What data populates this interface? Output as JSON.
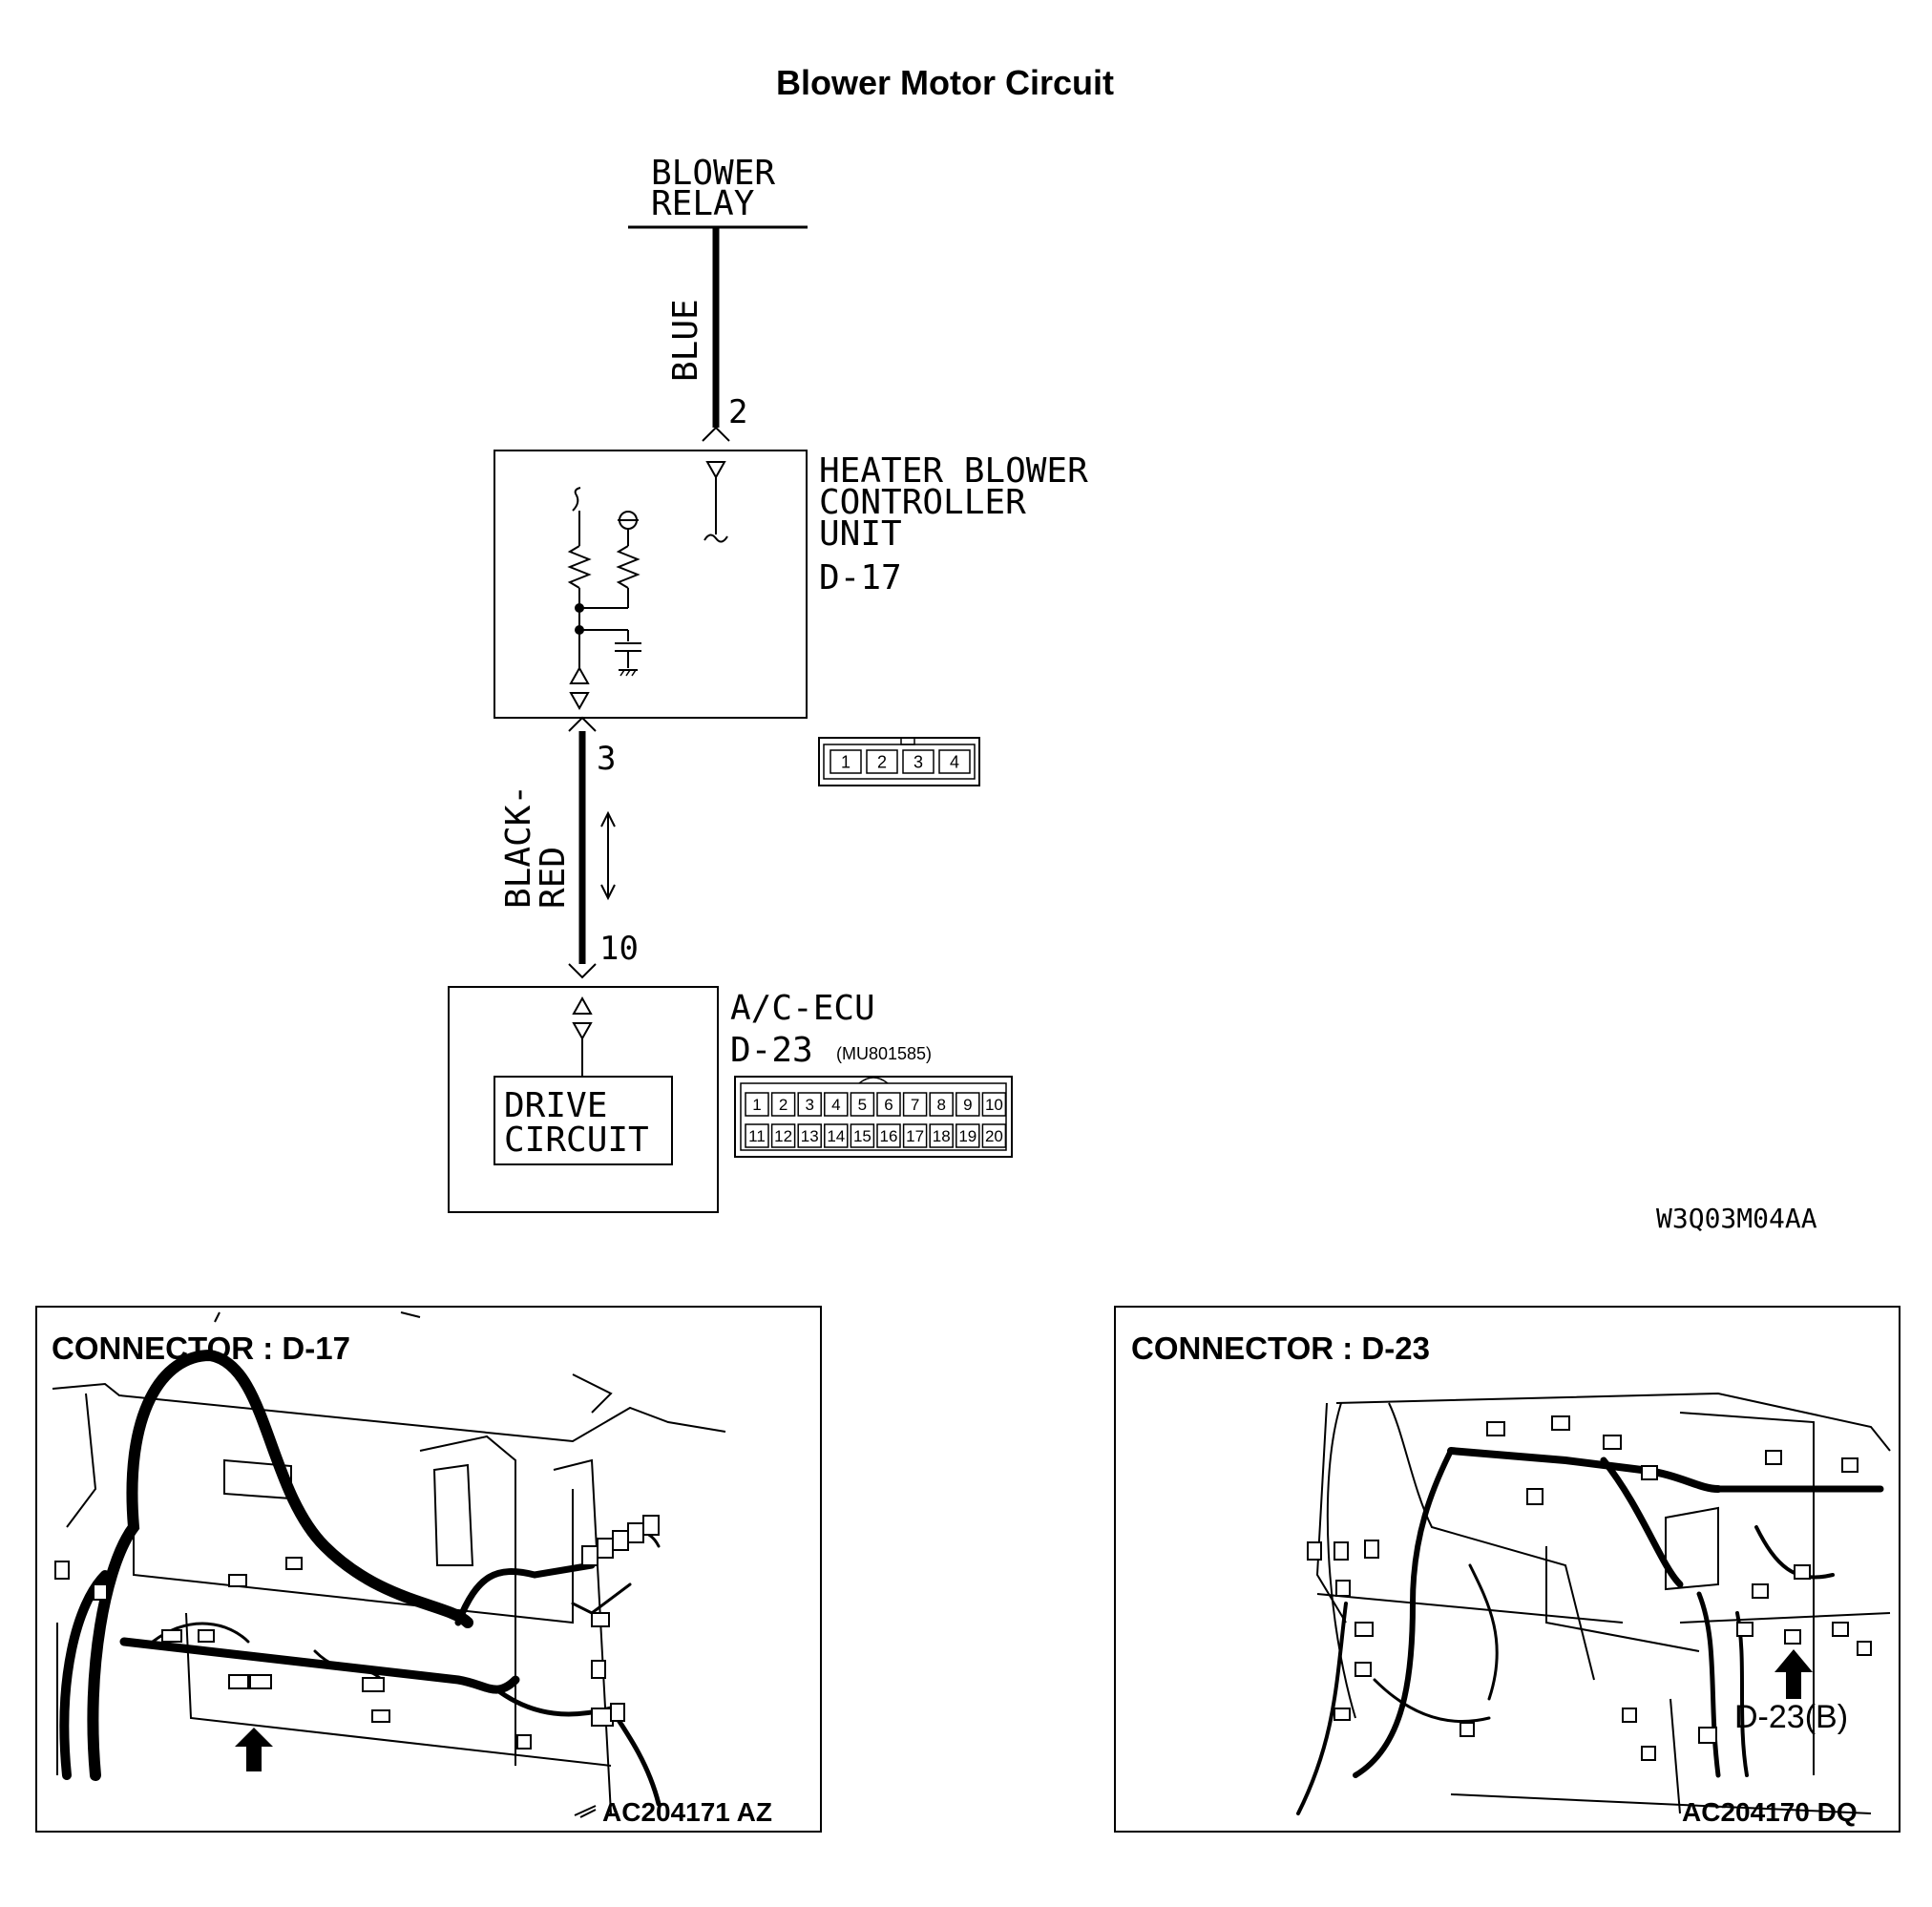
{
  "title": "Blower Motor Circuit",
  "relay": {
    "line1": "BLOWER",
    "line2": "RELAY"
  },
  "wire_top": {
    "color": "BLUE",
    "pin_top": "2"
  },
  "controller": {
    "line1": "HEATER BLOWER",
    "line2": "CONTROLLER",
    "line3": "UNIT",
    "code": "D-17",
    "connector_pins": [
      "1",
      "2",
      "3",
      "4"
    ]
  },
  "wire_bottom": {
    "color_line1": "BLACK-",
    "color_line2": "RED",
    "pin_top": "3",
    "pin_bottom": "10"
  },
  "ecu": {
    "name": "A/C-ECU",
    "code": "D-23",
    "part": "(MU801585)",
    "drive_line1": "DRIVE",
    "drive_line2": "CIRCUIT",
    "connector_row1": [
      "1",
      "2",
      "3",
      "4",
      "5",
      "6",
      "7",
      "8",
      "9",
      "10"
    ],
    "connector_row2": [
      "11",
      "12",
      "13",
      "14",
      "15",
      "16",
      "17",
      "18",
      "19",
      "20"
    ]
  },
  "diagram_code": "W3Q03M04AA",
  "panel_left": {
    "label": "CONNECTOR : D-17",
    "code": "AC204171 AZ"
  },
  "panel_right": {
    "label": "CONNECTOR : D-23",
    "code": "AC204170 DQ",
    "callout": "D-23(B)"
  }
}
